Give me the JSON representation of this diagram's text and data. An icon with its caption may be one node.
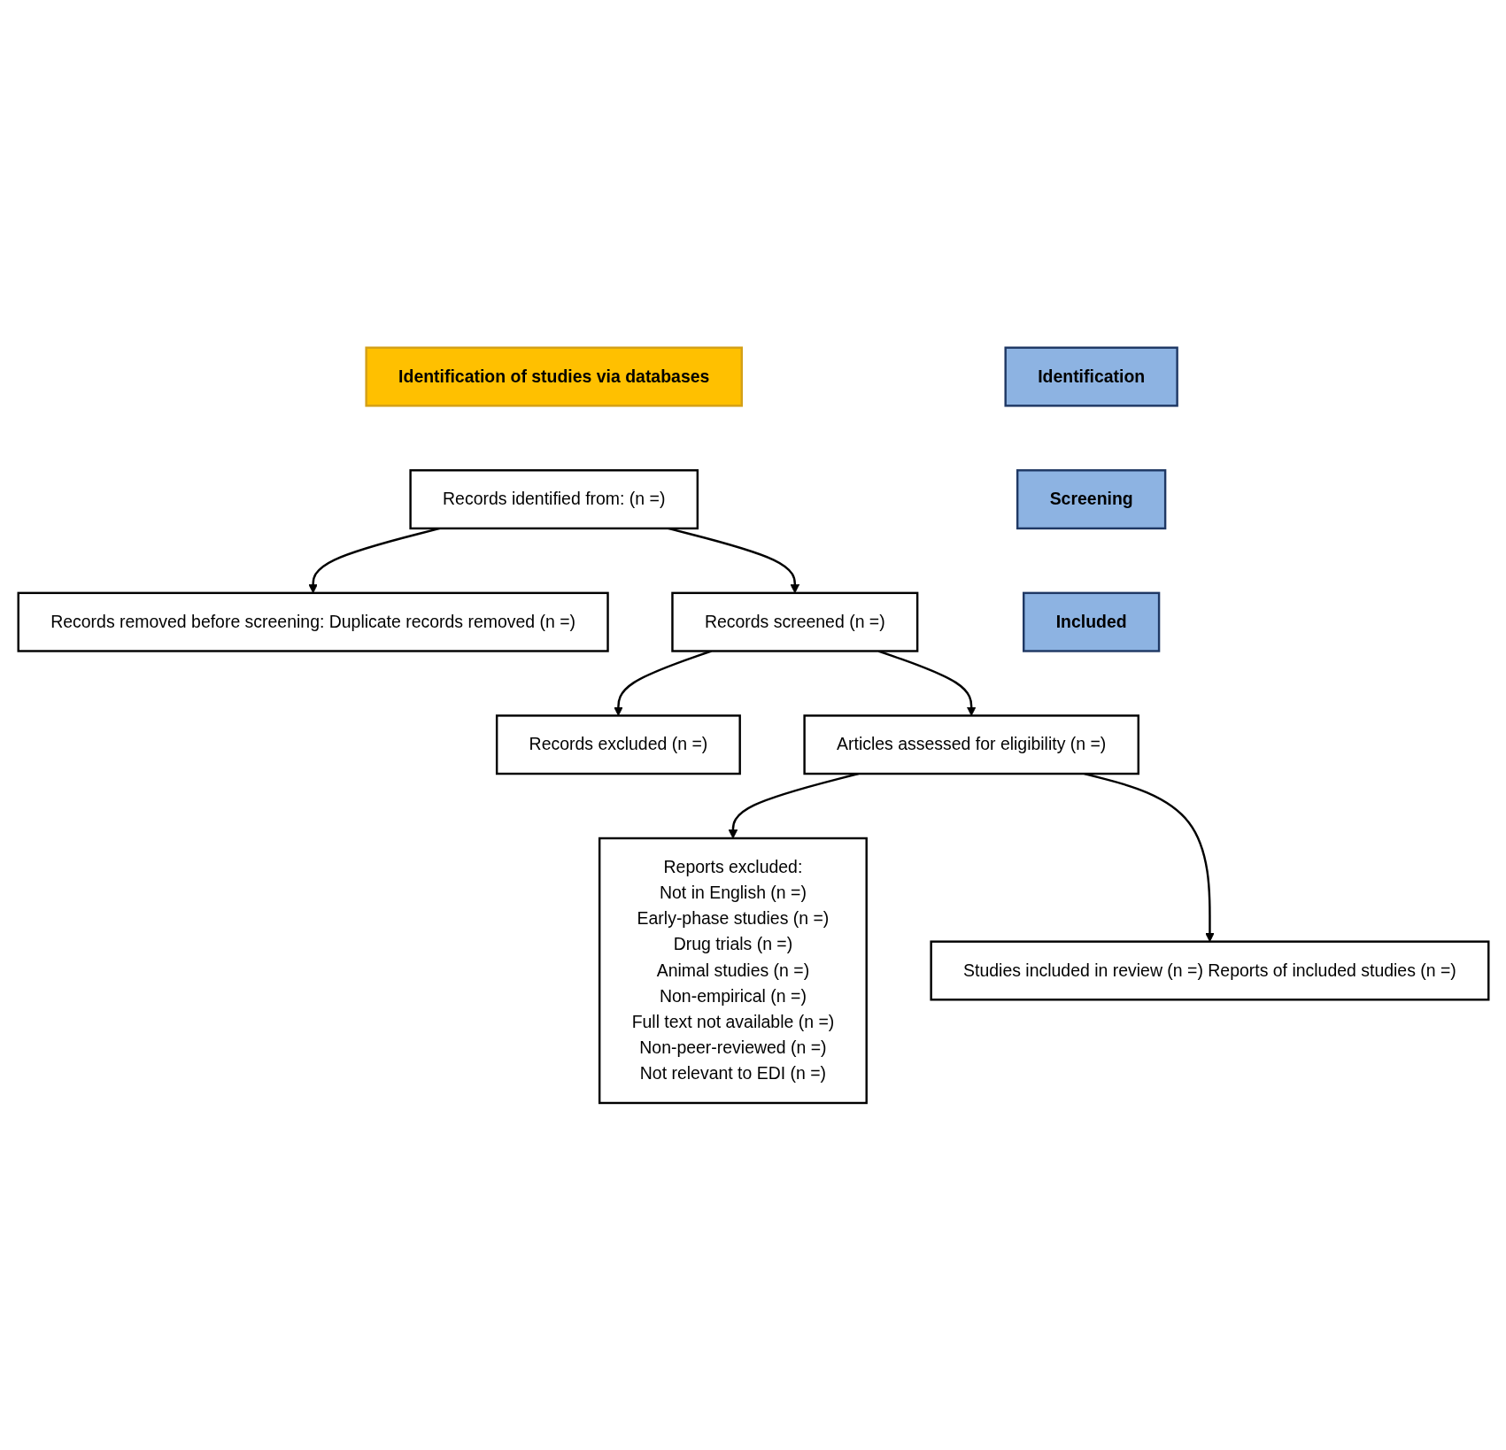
{
  "diagram": {
    "nodes": [
      {
        "text": [
          "Identification of studies via databases"
        ]
      },
      {
        "text": [
          "Identification"
        ]
      },
      {
        "text": [
          "Records identified from: (n =)"
        ]
      },
      {
        "text": [
          "Records removed before screening: Duplicate records removed (n =)"
        ]
      },
      {
        "text": [
          "Screening"
        ]
      },
      {
        "text": [
          "Records screened (n =)"
        ]
      },
      {
        "text": [
          "Records excluded (n =)"
        ]
      },
      {
        "text": [
          "Articles assessed for eligibility (n =)"
        ]
      },
      {
        "text": [
          "Reports excluded:",
          "Not in English (n =)",
          "Early-phase studies (n =)",
          "Drug trials (n =)",
          "Animal studies (n =)",
          "Non-empirical (n =)",
          "Full text not available (n =)",
          "Non-peer-reviewed (n =)",
          "Not relevant to EDI (n =)"
        ]
      },
      {
        "text": [
          "Included"
        ]
      },
      {
        "text": [
          "Studies included in review (n =) Reports of included studies (n =)"
        ]
      }
    ],
    "edges": [
      {
        "from": 2,
        "to": 3,
        "arrow": "to"
      },
      {
        "from": 2,
        "to": 5,
        "arrow": "to"
      },
      {
        "from": 5,
        "to": 6,
        "arrow": "to"
      },
      {
        "from": 5,
        "to": 7,
        "arrow": "to"
      },
      {
        "from": 7,
        "to": 8,
        "arrow": "to"
      },
      {
        "from": 7,
        "to": 10,
        "arrow": "to"
      }
    ]
  }
}
